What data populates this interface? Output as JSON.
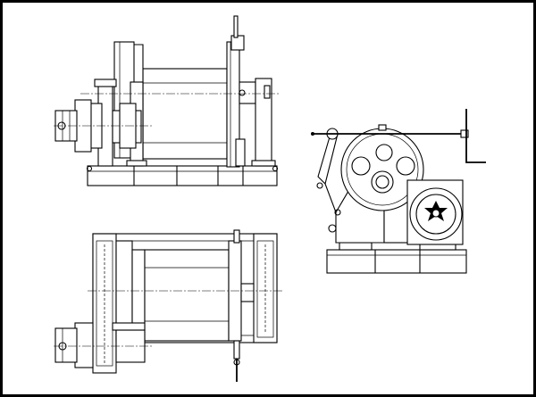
{
  "drawing": {
    "views": [
      {
        "id": "front",
        "name": "front-elevation-view"
      },
      {
        "id": "side",
        "name": "side-elevation-view"
      },
      {
        "id": "top",
        "name": "plan-view"
      }
    ]
  },
  "colors": {
    "line": "#000000",
    "paper": "#ffffff"
  }
}
